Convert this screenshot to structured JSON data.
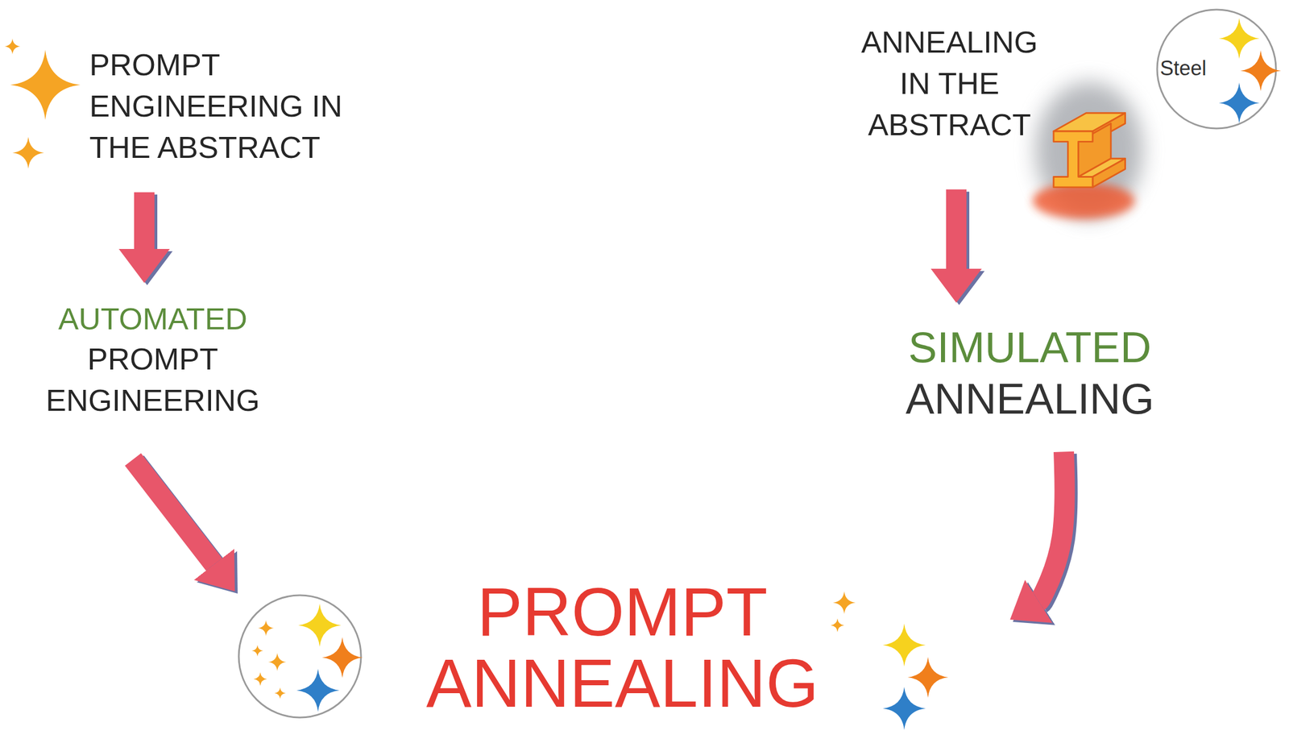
{
  "diagram": {
    "nodes": [
      {
        "text": [
          "PROMPT ENGINEERING IN THE ABSTRACT"
        ]
      },
      {
        "text": [
          "ANNEALING IN THE ABSTRACT"
        ]
      },
      {
        "text": [
          "AUTOMATED",
          "PROMPT ENGINEERING"
        ]
      },
      {
        "text": [
          "SIMULATED",
          "ANNEALING"
        ]
      },
      {
        "text": [
          "PROMPT ANNEALING"
        ]
      }
    ],
    "edges": [
      {
        "from": 0,
        "to": 2,
        "arrow": "to"
      },
      {
        "from": 2,
        "to": 4,
        "arrow": "to"
      },
      {
        "from": 1,
        "to": 3,
        "arrow": "to"
      },
      {
        "from": 3,
        "to": 4,
        "arrow": "to"
      }
    ],
    "labels": [
      "Steel"
    ]
  }
}
